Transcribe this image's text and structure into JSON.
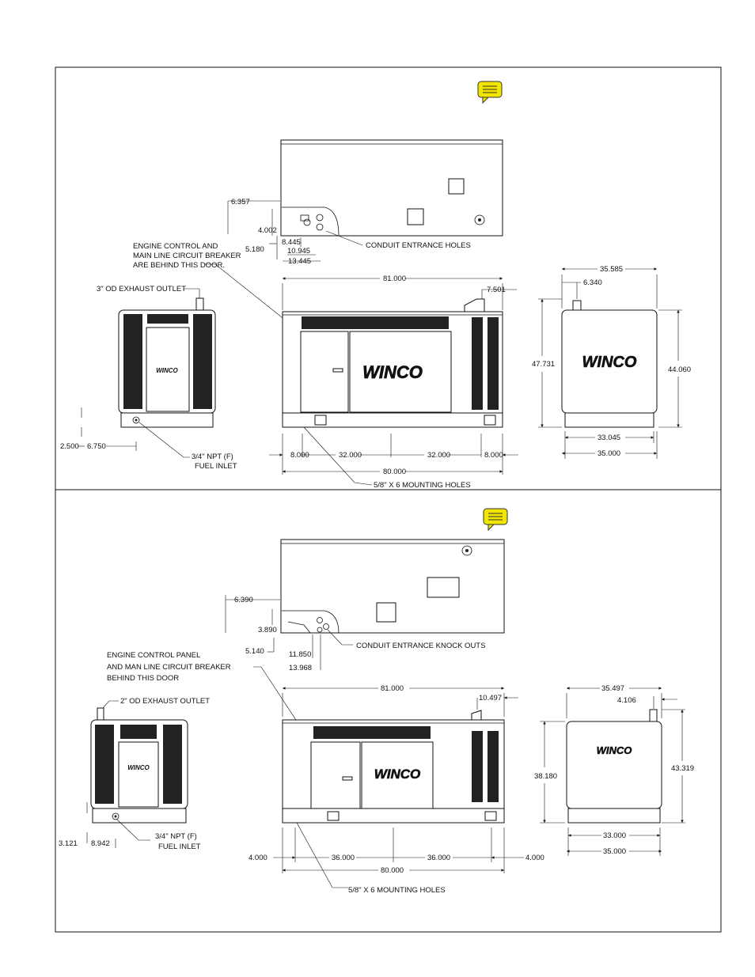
{
  "colors": {
    "line": "#111111",
    "note_icon": "#f2e600",
    "note_icon_stroke": "#333333",
    "vent": "#222222"
  },
  "icons": {
    "note": "comment-note-icon"
  },
  "brand": "WINCO",
  "panels": [
    {
      "dims": {
        "top_a": "6.357",
        "top_b": "4.002",
        "top_c": "5.180",
        "top_d": "8.445",
        "top_e": "10.945",
        "top_f": "13.445",
        "width_overall": "81.000",
        "exhaust_offset": "7.501",
        "base_a": "8.000",
        "base_b": "32.000",
        "base_c": "32.000",
        "base_d": "8.000",
        "base_total": "80.000",
        "side_width": "35.585",
        "side_exhaust": "6.340",
        "side_height_left": "47.731",
        "side_height_right": "44.060",
        "side_base_inner": "33.045",
        "side_base_outer": "35.000",
        "end_a": "2.500",
        "end_b": "6.750"
      },
      "labels": {
        "conduit": "CONDUIT ENTRANCE HOLES",
        "door_1": "ENGINE CONTROL AND",
        "door_2": "MAIN LINE CIRCUIT BREAKER",
        "door_3": "ARE BEHIND THIS DOOR.",
        "exhaust": "3\" OD EXHAUST OUTLET",
        "fuel_1": "3/4\" NPT (F)",
        "fuel_2": "FUEL INLET",
        "mounting": "5/8\" X 6 MOUNTING HOLES"
      }
    },
    {
      "dims": {
        "top_a": "6.390",
        "top_b": "3.890",
        "top_c": "5.140",
        "top_d": "11.850",
        "top_e": "13.968",
        "width_overall": "81.000",
        "exhaust_offset": "10.497",
        "base_a": "4.000",
        "base_b": "36.000",
        "base_c": "36.000",
        "base_d": "4.000",
        "base_total": "80.000",
        "side_width": "35.497",
        "side_exhaust": "4.106",
        "side_height_left": "38.180",
        "side_height_right": "43.319",
        "side_base_inner": "33.000",
        "side_base_outer": "35.000",
        "end_a": "3.121",
        "end_b": "8.942"
      },
      "labels": {
        "conduit": "CONDUIT ENTRANCE KNOCK OUTS",
        "door_1": "ENGINE CONTROL PANEL",
        "door_2": "AND MAN LINE CIRCUIT BREAKER",
        "door_3": "BEHIND THIS DOOR",
        "exhaust": "2\" OD EXHAUST OUTLET",
        "fuel_1": "3/4\" NPT (F)",
        "fuel_2": "FUEL INLET",
        "mounting": "5/8\" X 6 MOUNTING HOLES"
      }
    }
  ]
}
